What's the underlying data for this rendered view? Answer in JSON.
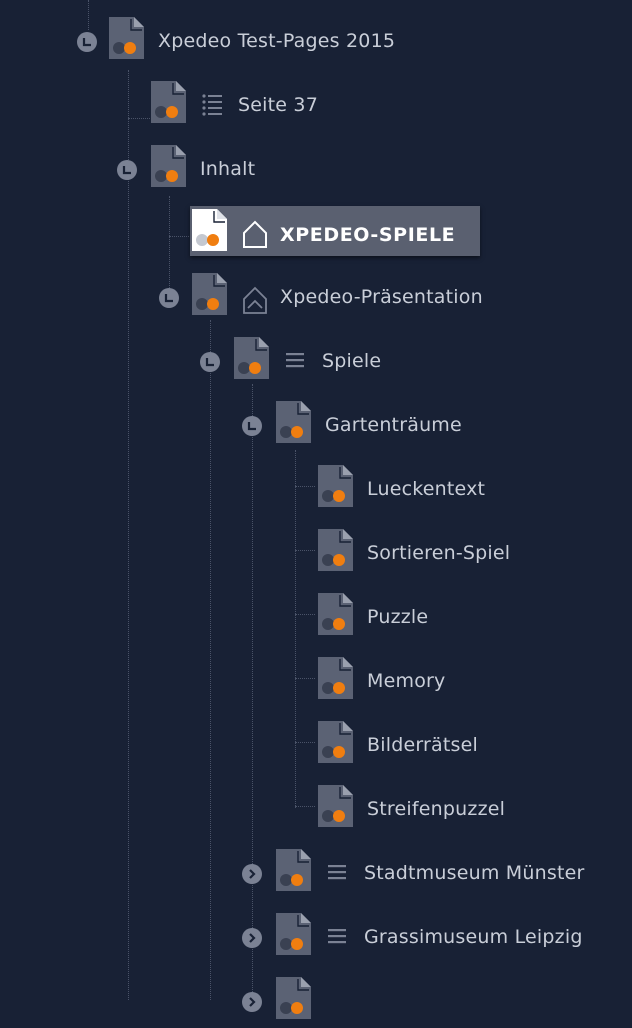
{
  "colors": {
    "background": "#182135",
    "selected_background": "#5a6070",
    "text": "#c9ced8",
    "selected_text": "#ffffff",
    "accent_orange": "#f07e10"
  },
  "tree": {
    "nodes": [
      {
        "label": "Xpedeo Test-Pages 2015",
        "toggle": "expanded",
        "type_icon": ""
      },
      {
        "label": "Seite 37",
        "toggle": "none",
        "type_icon": "list-icon"
      },
      {
        "label": "Inhalt",
        "toggle": "expanded",
        "type_icon": ""
      },
      {
        "label": "XPEDEO-SPIELE",
        "toggle": "none",
        "type_icon": "home-icon",
        "selected": true
      },
      {
        "label": "Xpedeo-Präsentation",
        "toggle": "expanded",
        "type_icon": "home-outline-icon"
      },
      {
        "label": "Spiele",
        "toggle": "expanded",
        "type_icon": "menu-icon"
      },
      {
        "label": "Gartenträume",
        "toggle": "expanded",
        "type_icon": ""
      },
      {
        "label": "Lueckentext",
        "toggle": "none",
        "type_icon": ""
      },
      {
        "label": "Sortieren-Spiel",
        "toggle": "none",
        "type_icon": ""
      },
      {
        "label": "Puzzle",
        "toggle": "none",
        "type_icon": ""
      },
      {
        "label": "Memory",
        "toggle": "none",
        "type_icon": ""
      },
      {
        "label": "Bilderrätsel",
        "toggle": "none",
        "type_icon": ""
      },
      {
        "label": "Streifenpuzzel",
        "toggle": "none",
        "type_icon": ""
      },
      {
        "label": "Stadtmuseum Münster",
        "toggle": "collapsed",
        "type_icon": "menu-icon"
      },
      {
        "label": "Grassimuseum Leipzig",
        "toggle": "collapsed",
        "type_icon": "menu-icon"
      },
      {
        "label": "",
        "toggle": "collapsed",
        "type_icon": ""
      }
    ]
  }
}
